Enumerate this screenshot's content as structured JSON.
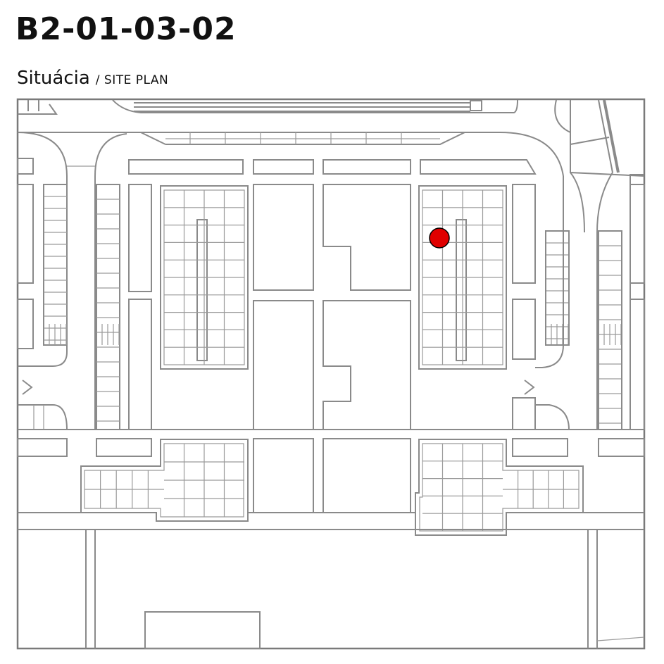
{
  "header": {
    "code": "B2-01-03-02",
    "title_sk": "Situácia",
    "title_en": "/ SITE PLAN"
  },
  "marker": {
    "color": "#e00000",
    "stroke": "#000000",
    "label": "unit-location"
  },
  "colors": {
    "line": "#8a8a8a",
    "frame": "#7a7a7a",
    "background": "#ffffff"
  }
}
